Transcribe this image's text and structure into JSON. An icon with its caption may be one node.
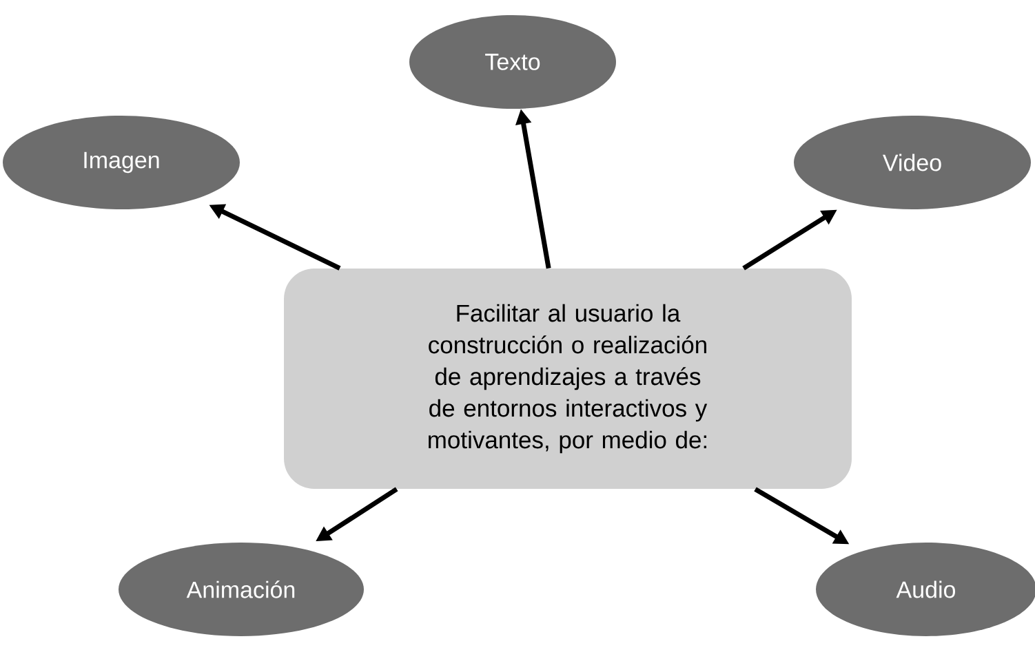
{
  "diagram": {
    "nodes": [
      {
        "text": [
          "Texto"
        ]
      },
      {
        "text": [
          "Imagen"
        ]
      },
      {
        "text": [
          "Video"
        ]
      },
      {
        "text": [
          "Facilitar al usuario la construcción o realización de aprendizajes a través de entornos interactivos y motivantes, por medio de:"
        ]
      },
      {
        "text": [
          "Animación"
        ]
      },
      {
        "text": [
          "Audio"
        ]
      }
    ],
    "edges": [
      {
        "from": 3,
        "to": 0,
        "arrow": "to"
      },
      {
        "from": 3,
        "to": 1,
        "arrow": "to"
      },
      {
        "from": 3,
        "to": 2,
        "arrow": "to"
      },
      {
        "from": 3,
        "to": 4,
        "arrow": "to"
      },
      {
        "from": 3,
        "to": 5,
        "arrow": "to"
      }
    ]
  }
}
